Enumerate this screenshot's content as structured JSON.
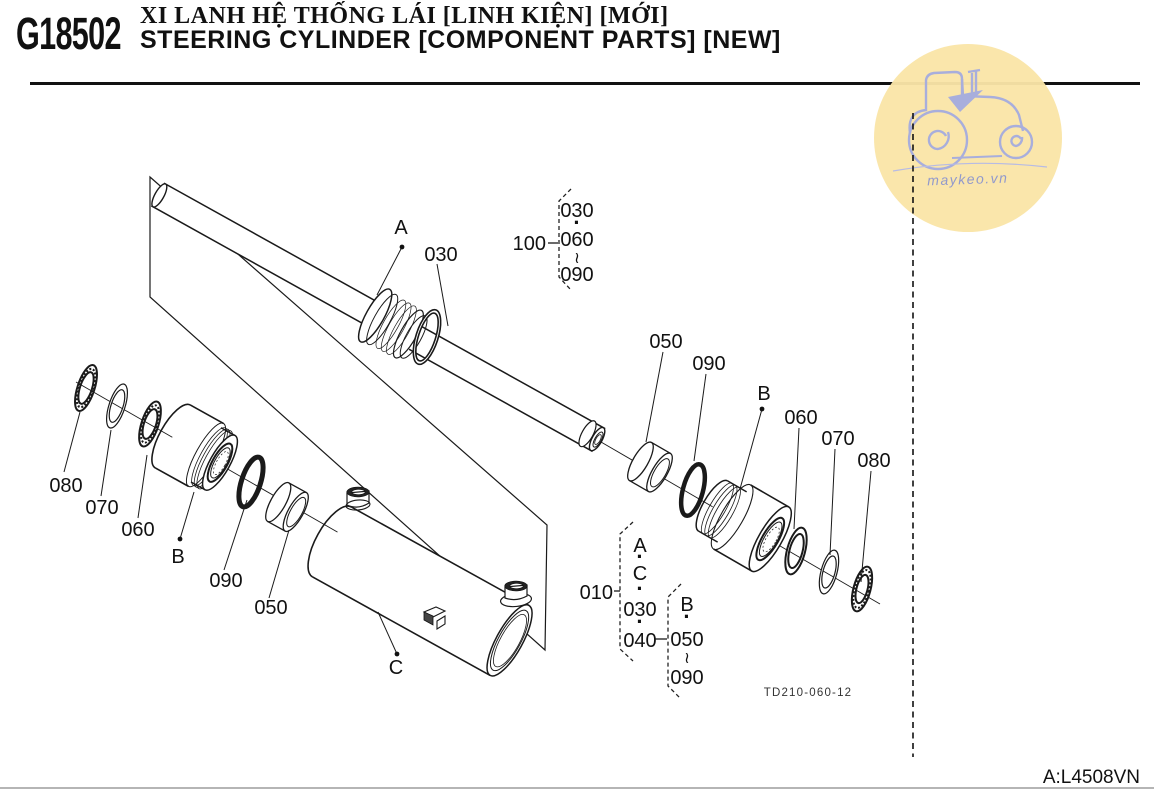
{
  "header": {
    "code": "G18502",
    "title_vi": "XI LANH HỆ THỐNG LÁI [LINH KIỆN] [MỚI]",
    "title_en": "STEERING CYLINDER [COMPONENT PARTS] [NEW]"
  },
  "watermark": {
    "site": "maykeo.vn"
  },
  "diagram": {
    "drawing_no": "TD210-060-12",
    "page_ref": "A:L4508VN",
    "callouts": {
      "rod": "A",
      "oring_top": "030",
      "left_080": "080",
      "left_070": "070",
      "left_060": "060",
      "left_gland": "B",
      "left_090": "090",
      "left_050": "050",
      "barrel": "C",
      "right_050": "050",
      "right_090": "090",
      "right_gland": "B",
      "right_060": "060",
      "right_070": "070",
      "right_080": "080"
    },
    "group_100": {
      "label": "100",
      "items": [
        "030",
        "·",
        "060",
        "≀",
        "090"
      ]
    },
    "group_010": {
      "label": "010",
      "items": [
        "A",
        "·",
        "C",
        "·",
        "030",
        "·",
        "040"
      ]
    },
    "group_010b": {
      "items": [
        "B",
        "·",
        "050",
        "≀",
        "090"
      ]
    }
  }
}
